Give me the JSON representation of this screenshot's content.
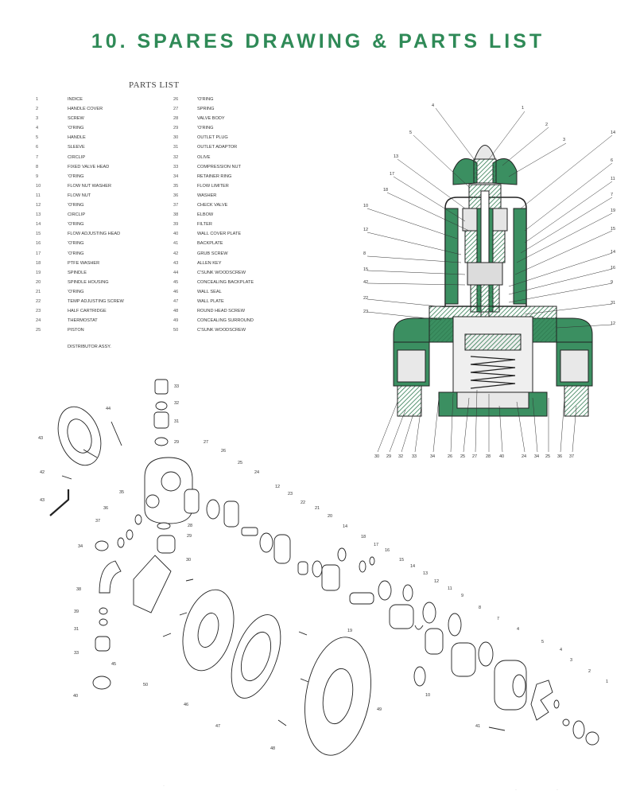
{
  "page": {
    "title": "10. SPARES DRAWING & PARTS LIST",
    "parts_list_heading": "PARTS LIST"
  },
  "parts_left": [
    {
      "num": "1",
      "name": "INDICE"
    },
    {
      "num": "2",
      "name": "HANDLE COVER"
    },
    {
      "num": "3",
      "name": "SCREW"
    },
    {
      "num": "4",
      "name": "'O'RING"
    },
    {
      "num": "5",
      "name": "HANDLE"
    },
    {
      "num": "6",
      "name": "SLEEVE"
    },
    {
      "num": "7",
      "name": "CIRCLIP"
    },
    {
      "num": "8",
      "name": "FIXED VALVE HEAD"
    },
    {
      "num": "9",
      "name": "'O'RING"
    },
    {
      "num": "10",
      "name": "FLOW NUT WASHER"
    },
    {
      "num": "11",
      "name": "FLOW NUT"
    },
    {
      "num": "12",
      "name": "'O'RING"
    },
    {
      "num": "13",
      "name": "CIRCLIP"
    },
    {
      "num": "14",
      "name": "'O'RING"
    },
    {
      "num": "15",
      "name": "FLOW ADJUSTING HEAD"
    },
    {
      "num": "16",
      "name": "'O'RING"
    },
    {
      "num": "17",
      "name": "'O'RING"
    },
    {
      "num": "18",
      "name": "PTFE WASHER"
    },
    {
      "num": "19",
      "name": "SPINDLE"
    },
    {
      "num": "20",
      "name": "SPINDLE HOUSING"
    },
    {
      "num": "21",
      "name": "'O'RING"
    },
    {
      "num": "22",
      "name": "TEMP ADJUSTING SCREW"
    },
    {
      "num": "23",
      "name": "HALF CARTRIDGE"
    },
    {
      "num": "24",
      "name": "THERMOSTAT"
    },
    {
      "num": "25",
      "name": "PISTON"
    }
  ],
  "parts_left_extra": "DISTRIBUTOR ASSY.",
  "parts_right": [
    {
      "num": "26",
      "name": "'O'RING"
    },
    {
      "num": "27",
      "name": "SPRING"
    },
    {
      "num": "28",
      "name": "VALVE BODY"
    },
    {
      "num": "29",
      "name": "'O'RING"
    },
    {
      "num": "30",
      "name": "OUTLET PLUG"
    },
    {
      "num": "31",
      "name": "OUTLET ADAPTOR"
    },
    {
      "num": "32",
      "name": "OLIVE"
    },
    {
      "num": "33",
      "name": "COMPRESSION NUT"
    },
    {
      "num": "34",
      "name": "RETAINER RING"
    },
    {
      "num": "35",
      "name": "FLOW LIMITER"
    },
    {
      "num": "36",
      "name": "WASHER"
    },
    {
      "num": "37",
      "name": "CHECK VALVE"
    },
    {
      "num": "38",
      "name": "ELBOW"
    },
    {
      "num": "39",
      "name": "FILTER"
    },
    {
      "num": "40",
      "name": "WALL COVER PLATE"
    },
    {
      "num": "41",
      "name": "BACKPLATE"
    },
    {
      "num": "42",
      "name": "GRUB SCREW"
    },
    {
      "num": "43",
      "name": "ALLEN KEY"
    },
    {
      "num": "44",
      "name": "C'SUNK WOODSCREW"
    },
    {
      "num": "45",
      "name": "CONCEALING BACKPLATE"
    },
    {
      "num": "46",
      "name": "WALL SEAL"
    },
    {
      "num": "47",
      "name": "WALL PLATE"
    },
    {
      "num": "48",
      "name": "ROUND HEAD SCREW"
    },
    {
      "num": "49",
      "name": "CONCEALING SURROUND"
    },
    {
      "num": "50",
      "name": "C'SUNK WOODSCREW"
    }
  ],
  "colors": {
    "title": "#2f8a57",
    "section_fill": "#3b8f61",
    "line": "#333333"
  },
  "section_callouts_right": [
    "1",
    "2",
    "3",
    "14",
    "6",
    "11",
    "7",
    "19",
    "15",
    "16",
    "9",
    "31",
    "12"
  ],
  "section_callouts_left": [
    "4",
    "5",
    "13",
    "17",
    "18",
    "10",
    "12",
    "8",
    "15",
    "42",
    "22",
    "23"
  ],
  "section_callouts_bottom": [
    "30",
    "29",
    "32",
    "33",
    "34",
    "26",
    "25",
    "27",
    "28",
    "40",
    "24",
    "34",
    "25",
    "36",
    "37"
  ],
  "exploded_labels": [
    "33",
    "32",
    "31",
    "29",
    "44",
    "43",
    "42",
    "43",
    "27",
    "26",
    "25",
    "24",
    "12",
    "23",
    "22",
    "21",
    "20",
    "14",
    "18",
    "17",
    "16",
    "15",
    "13",
    "12",
    "11",
    "9",
    "8",
    "7",
    "4",
    "5",
    "4",
    "3",
    "2",
    "1",
    "35",
    "36",
    "37",
    "34",
    "28",
    "29",
    "30",
    "38",
    "39",
    "31",
    "33",
    "40",
    "45",
    "50",
    "46",
    "47",
    "48",
    "49",
    "10",
    "19",
    "41"
  ]
}
